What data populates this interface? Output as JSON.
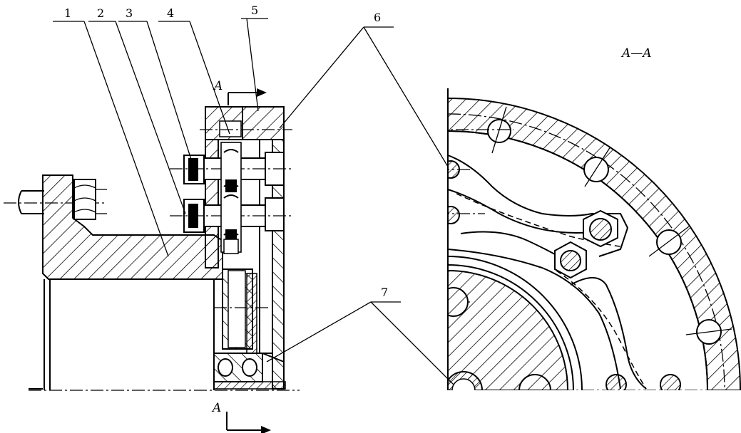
{
  "figure": {
    "part_numbers": [
      "1",
      "2",
      "3",
      "4",
      "5",
      "6",
      "7"
    ],
    "section_letter": "A",
    "section_view_title": "A—A"
  }
}
